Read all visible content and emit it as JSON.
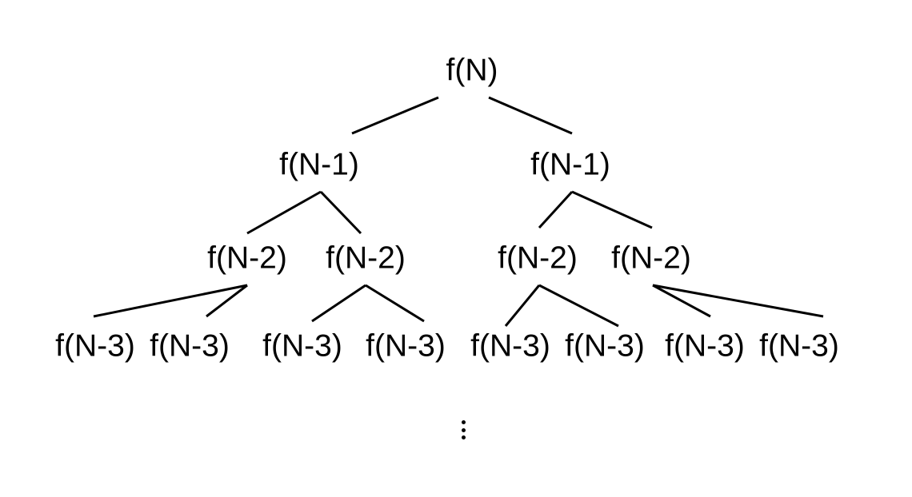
{
  "tree": {
    "root": {
      "label": "f(N)"
    },
    "level1": [
      {
        "label": "f(N-1)"
      },
      {
        "label": "f(N-1)"
      }
    ],
    "level2": [
      {
        "label": "f(N-2)"
      },
      {
        "label": "f(N-2)"
      },
      {
        "label": "f(N-2)"
      },
      {
        "label": "f(N-2)"
      }
    ],
    "level3": [
      {
        "label": "f(N-3)"
      },
      {
        "label": "f(N-3)"
      },
      {
        "label": "f(N-3)"
      },
      {
        "label": "f(N-3)"
      },
      {
        "label": "f(N-3)"
      },
      {
        "label": "f(N-3)"
      },
      {
        "label": "f(N-3)"
      },
      {
        "label": "f(N-3)"
      }
    ],
    "continuation_icon": "vertical-ellipsis-icon",
    "edge_color": "#000000",
    "text_color": "#000000"
  }
}
